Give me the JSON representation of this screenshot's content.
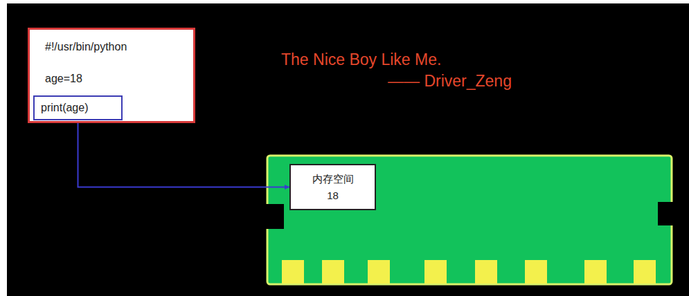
{
  "diagram": {
    "nodes": [
      {
        "text": [
          "#!/usr/bin/python",
          "age=18"
        ]
      },
      {
        "text": [
          "print(age)"
        ],
        "in": 0
      },
      {
        "text": [
          "内存空间",
          "18"
        ]
      }
    ],
    "edges": [
      {
        "from": 1,
        "to": 2,
        "arrow": "to"
      }
    ],
    "labels": [
      "The Nice Boy Like Me.",
      "—— Driver_Zeng"
    ]
  }
}
